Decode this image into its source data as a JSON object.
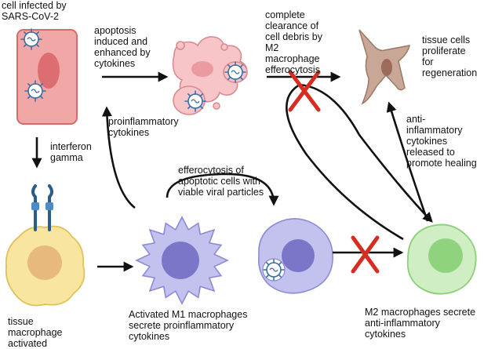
{
  "labels": {
    "infected_cell": [
      "cell infected by",
      "SARS-CoV-2"
    ],
    "apoptosis": [
      "apoptosis",
      "induced and",
      "enhanced by",
      "cytokines"
    ],
    "clearance": [
      "complete",
      "clearance of",
      "cell debris by",
      "M2",
      "macrophage",
      "efferocytosis"
    ],
    "tissue_cells": [
      "tissue cells",
      "proliferate",
      "for",
      "regeneration"
    ],
    "interferon": [
      "interferon",
      "gamma"
    ],
    "proinflammatory": [
      "proinflammatory",
      "cytokines"
    ],
    "efferocytosis_viral": [
      "efferocytosis of",
      "apoptotic cells with",
      "viable viral particles"
    ],
    "anti_inflammatory_released": [
      "anti-",
      "inflammatory",
      "cytokines",
      "released to",
      "promote healing"
    ],
    "tissue_macrophage": [
      "tissue",
      "macrophage",
      "activated"
    ],
    "m1": [
      "Activated M1 macrophages",
      "secrete proinflammatory",
      "cytokines"
    ],
    "m2": [
      "M2 macrophages secrete",
      "anti-inflammatory",
      "cytokines"
    ]
  },
  "blocked_marks": 2,
  "colors": {
    "infected_cell": "#f2a7a7",
    "apoptotic_cell": "#f7c5c8",
    "tissue_cell": "#c9a796",
    "tissue_macrophage": "#f8e6a0",
    "m1_macrophage": "#c3c1ee",
    "m2_macrophage": "#cfeec4",
    "virus": "#3a6ea5",
    "receptor": "#2b5c8a",
    "block_x": "#d62d20",
    "arrow": "#111111"
  }
}
